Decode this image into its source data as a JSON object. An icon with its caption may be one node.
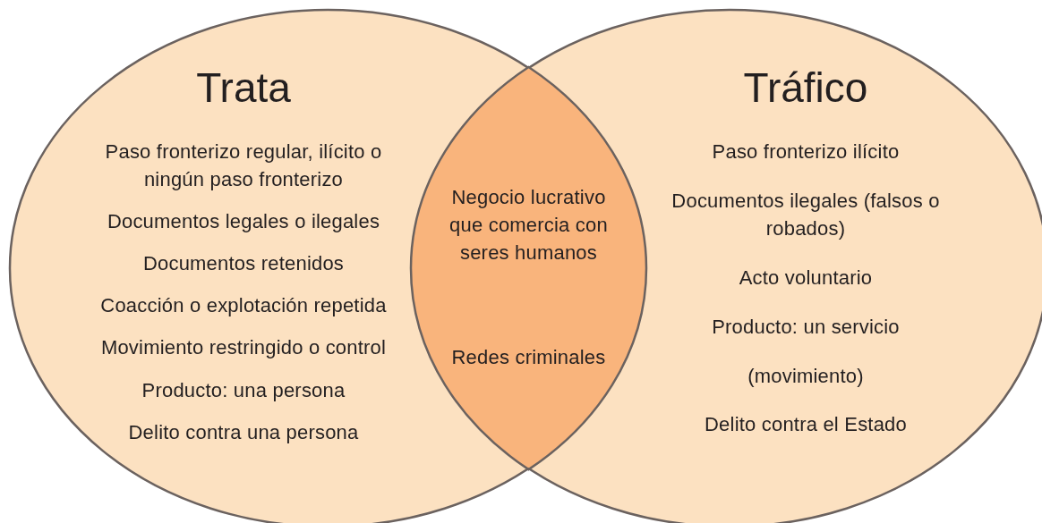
{
  "diagram": {
    "nodes": [
      {
        "text": [
          "Trata",
          "Paso fronterizo regular, ilícito o ningún paso fronterizo",
          "Documentos legales o ilegales",
          "Documentos retenidos",
          "Coacción o explotación repetida",
          "Movimiento restringido o control",
          "Producto: una persona",
          "Delito contra una persona"
        ]
      },
      {
        "text": [
          "Tráfico",
          "Paso fronterizo ilícito",
          "Documentos ilegales (falsos o robados)",
          "Acto voluntario",
          "Producto: un servicio",
          "(movimiento)",
          "Delito contra el Estado"
        ]
      },
      {
        "text": [
          "Negocio lucrativo que comercia con seres humanos",
          "Redes criminales"
        ]
      }
    ]
  }
}
